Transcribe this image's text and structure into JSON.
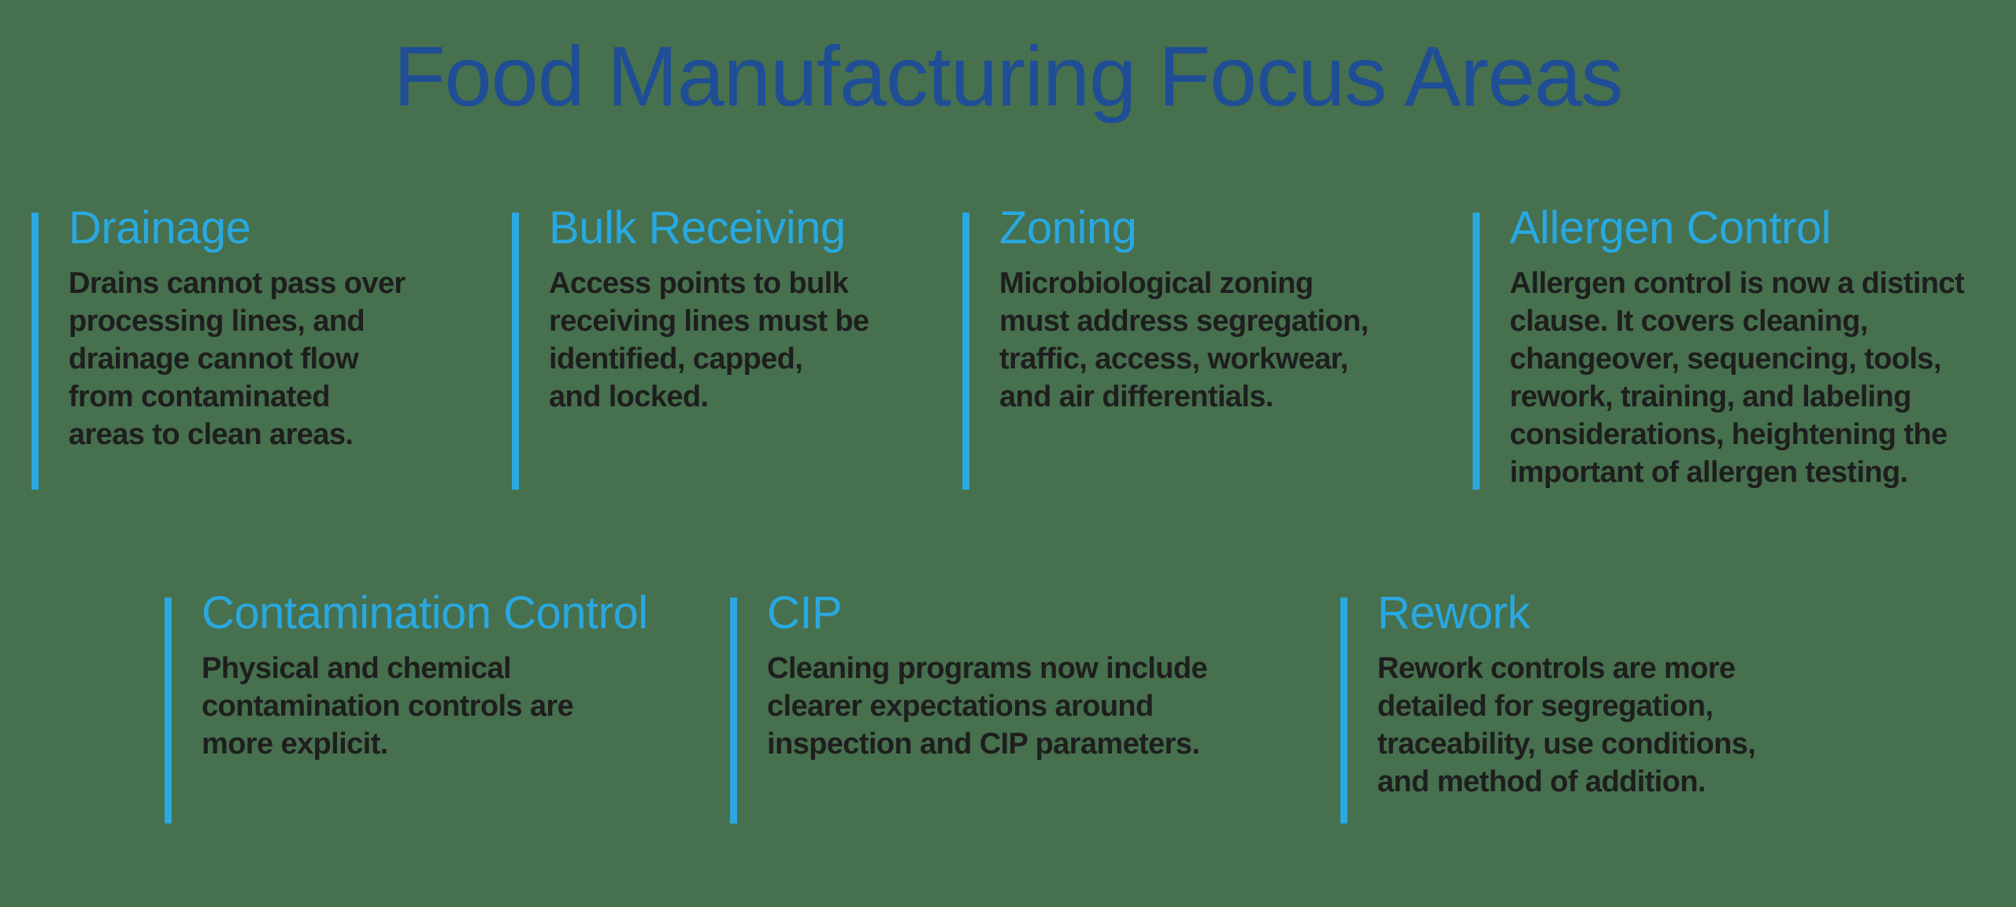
{
  "title": "Food Manufacturing Focus Areas",
  "colors": {
    "background": "#47704E",
    "accent": "#29A8E1",
    "title": "#1F4E96",
    "body": "#1E1E1E"
  },
  "sections": [
    {
      "heading": "Drainage",
      "body": "Drains cannot pass over\nprocessing lines, and\ndrainage cannot flow\nfrom contaminated\nareas to clean areas."
    },
    {
      "heading": "Bulk Receiving",
      "body": "Access points to bulk\nreceiving lines must be\nidentified, capped,\nand locked."
    },
    {
      "heading": "Zoning",
      "body": "Microbiological zoning\nmust address segregation,\ntraffic, access, workwear,\nand air differentials."
    },
    {
      "heading": "Allergen Control",
      "body": "Allergen control is now a distinct\nclause. It covers cleaning,\nchangeover, sequencing, tools,\nrework, training, and labeling\nconsiderations, heightening the\nimportant of allergen testing."
    },
    {
      "heading": "Contamination Control",
      "body": "Physical and chemical\ncontamination controls are\nmore explicit."
    },
    {
      "heading": "CIP",
      "body": "Cleaning programs now include\nclearer expectations around\ninspection and CIP parameters."
    },
    {
      "heading": "Rework",
      "body": "Rework controls are more\ndetailed for segregation,\ntraceability, use conditions,\nand method of addition."
    }
  ]
}
